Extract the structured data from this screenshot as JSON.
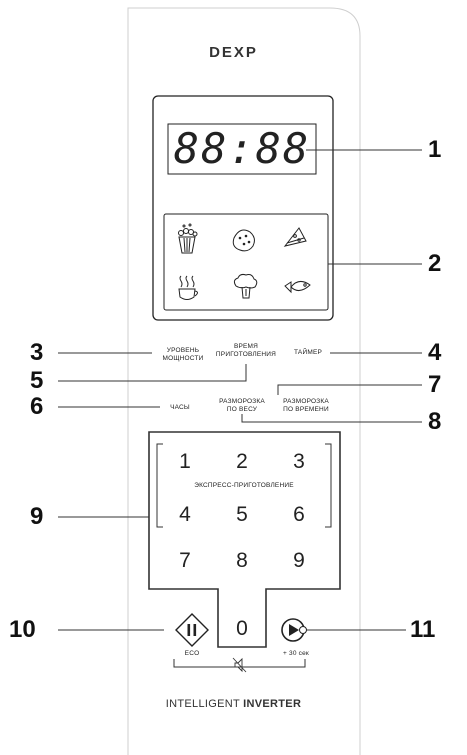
{
  "brand": "DEXP",
  "display": {
    "digits": "88:88"
  },
  "labels": {
    "power_level": [
      "УРОВЕНЬ",
      "МОЩНОСТИ"
    ],
    "cook_time": [
      "ВРЕМЯ",
      "ПРИГОТОВЛЕНИЯ"
    ],
    "timer": "ТАЙМЕР",
    "clock": "ЧАСЫ",
    "defrost_weight": [
      "РАЗМОРОЗКА",
      "ПО ВЕСУ"
    ],
    "defrost_time": [
      "РАЗМОРОЗКА",
      "ПО ВРЕМЕНИ"
    ],
    "express": "ЭКСПРЕСС-ПРИГОТОВЛЕНИЕ",
    "eco": "ECO",
    "plus30": "+ 30 сек",
    "footer_regular": "INTELLIGENT ",
    "footer_bold": "INVERTER"
  },
  "keypad": [
    "1",
    "2",
    "3",
    "4",
    "5",
    "6",
    "7",
    "8",
    "9",
    "0"
  ],
  "callouts": [
    "1",
    "2",
    "3",
    "4",
    "5",
    "6",
    "7",
    "8",
    "9",
    "10",
    "11"
  ],
  "icons": [
    "popcorn-icon",
    "potato-icon",
    "pizza-icon",
    "beverage-icon",
    "vegetables-icon",
    "fish-icon",
    "pause-icon",
    "start-icon",
    "mute-icon"
  ]
}
